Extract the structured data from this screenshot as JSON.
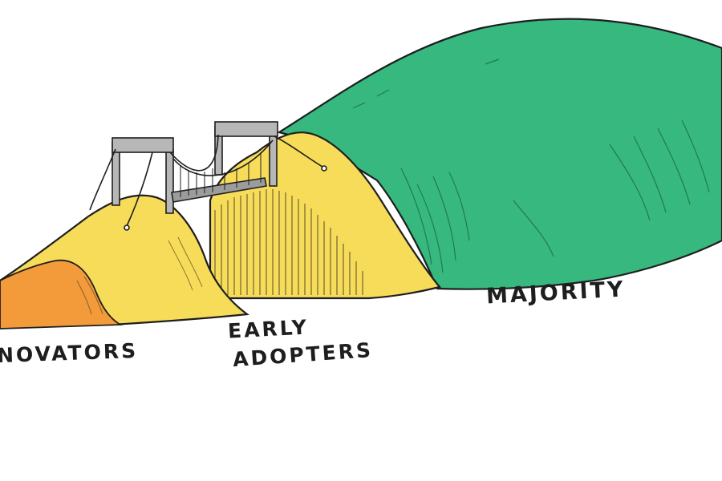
{
  "labels": {
    "innovators": "NOVATORS",
    "early_adopters_line1": "EARLY",
    "early_adopters_line2": "ADOPTERS",
    "majority": "MAJORITY"
  },
  "colors": {
    "innovators_orange": "#f39a3a",
    "early_adopters_yellow": "#f7dc5a",
    "majority_green": "#36b87f",
    "bridge_gray": "#b7b7b7",
    "ink": "#1e1e1e"
  }
}
